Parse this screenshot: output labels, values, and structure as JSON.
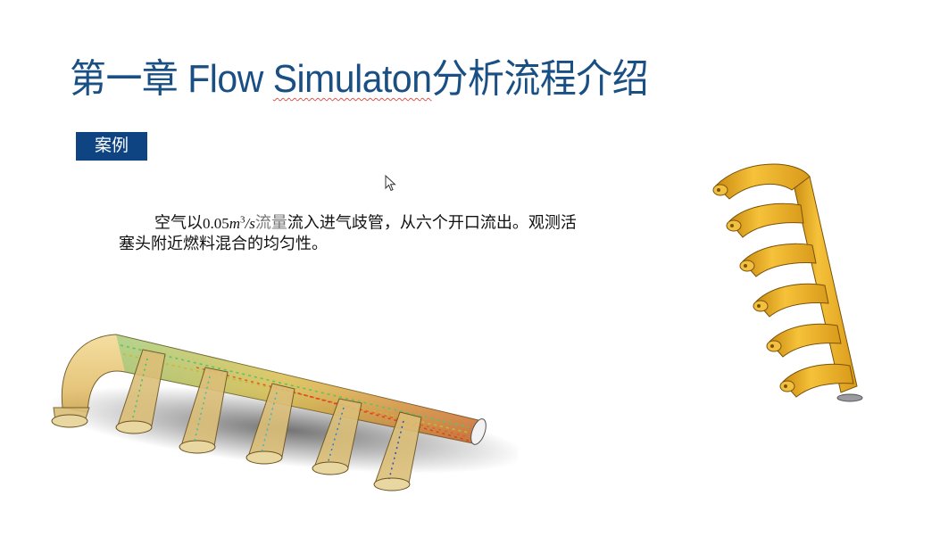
{
  "slide": {
    "title_prefix": "第一章 Flow ",
    "title_misspelled": "Simulaton",
    "title_suffix": "分析流程介绍",
    "section_tag": "案例",
    "body": {
      "line1_pre": "空气以",
      "flow_number": "0.05",
      "flow_unit_m": "m",
      "flow_unit_exp": "3",
      "flow_unit_rest": "/s",
      "flow_word": "流量",
      "line1_post": "流入进气歧管，从六个开口流出。观测活",
      "line2": "塞头附近燃料混合的均匀性。"
    },
    "images": {
      "simulation": "flow-trajectory-simulation-manifold",
      "cad_model": "intake-manifold-cad-model"
    },
    "colors": {
      "title": "#1a4f84",
      "tag_bg": "#0f4482",
      "manifold_gold": "#e8a92a",
      "manifold_transparent": "#d9b45a"
    }
  }
}
